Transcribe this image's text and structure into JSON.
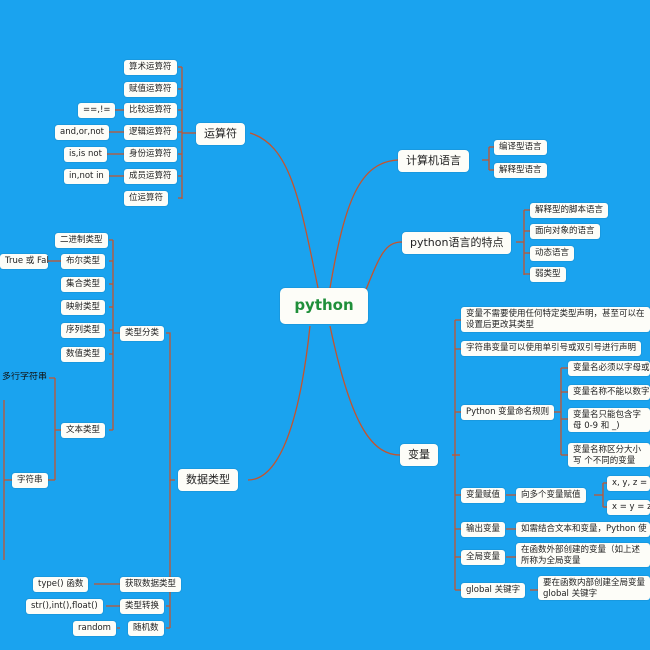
{
  "root": "python",
  "operators": {
    "title": "运算符",
    "items": [
      "算术运算符",
      "赋值运算符",
      "比较运算符",
      "逻辑运算符",
      "身份运算符",
      "成员运算符",
      "位运算符"
    ],
    "examples": {
      "compare": "==,!=",
      "logic": "and,or,not",
      "identity": "is,is not",
      "member": "in,not in"
    }
  },
  "language": {
    "title": "计算机语言",
    "items": [
      "编译型语言",
      "解释型语言"
    ]
  },
  "features": {
    "title": "python语言的特点",
    "items": [
      "解释型的脚本语言",
      "面向对象的语言",
      "动态语言",
      "弱类型"
    ]
  },
  "datatypes": {
    "title": "数据类型",
    "categories": {
      "title": "类型分类",
      "items": [
        "二进制类型",
        "布尔类型",
        "集合类型",
        "映射类型",
        "序列类型",
        "数值类型",
        "文本类型"
      ],
      "bool_values": "True 或 False",
      "multiline": "多行字符串",
      "string": "字符串"
    },
    "get_type": {
      "label": "获取数据类型",
      "example": "type() 函数"
    },
    "convert": {
      "label": "类型转换",
      "example": "str(),int(),float()"
    },
    "random": {
      "label": "随机数",
      "example": "random"
    }
  },
  "variables": {
    "title": "变量",
    "no_declare": "变量不需要使用任何特定类型声明，甚至可以在设置后更改其类型",
    "quotes": "字符串变量可以使用单引号或双引号进行声明",
    "naming": {
      "label": "Python 变量命名规则",
      "rules": [
        "变量名必须以字母或",
        "变量名称不能以数字",
        "变量名只能包含字母 0-9 和 _)",
        "变量名称区分大小写 个不同的变量"
      ]
    },
    "assign": {
      "label": "变量赋值",
      "multi": "向多个变量赋值",
      "examples": [
        "x, y, z = \"O",
        "x = y = z ="
      ]
    },
    "output": {
      "label": "输出变量",
      "desc": "如需结合文本和变量，Python 使"
    },
    "global_var": {
      "label": "全局变量",
      "desc": "在函数外部创建的变量（如上述所称为全局变量"
    },
    "global_kw": {
      "label": "global 关键字",
      "desc": "要在函数内部创建全局变量 global 关键字"
    }
  },
  "colors": {
    "background": "#1aa3ef",
    "link": "#c4542e",
    "root_text": "#1f8f3a",
    "node": "#fdfdf8"
  }
}
